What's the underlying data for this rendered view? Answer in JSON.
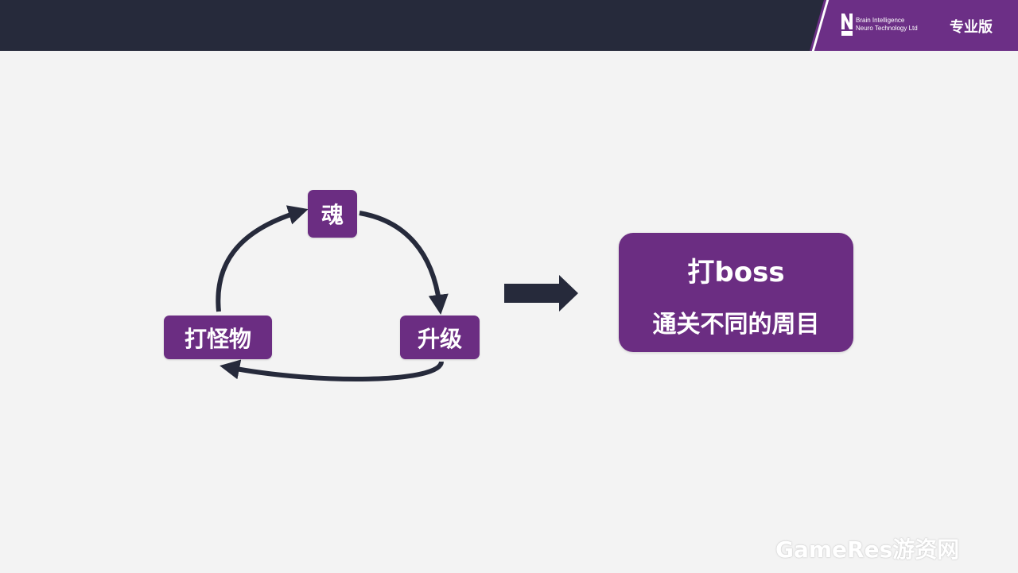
{
  "header": {
    "brand_line1": "Brain Intelligence",
    "brand_line2": "Neuro Technology Ltd",
    "edition": "专业版"
  },
  "diagram": {
    "node_top": "魂",
    "node_left": "打怪物",
    "node_right": "升级",
    "result_line1": "打boss",
    "result_line2": "通关不同的周目"
  },
  "watermark": "GameRes游资网",
  "colors": {
    "header_bg": "#262a3b",
    "accent_purple": "#6b2d82",
    "arrow": "#262a3b",
    "background": "#f3f3f3"
  }
}
